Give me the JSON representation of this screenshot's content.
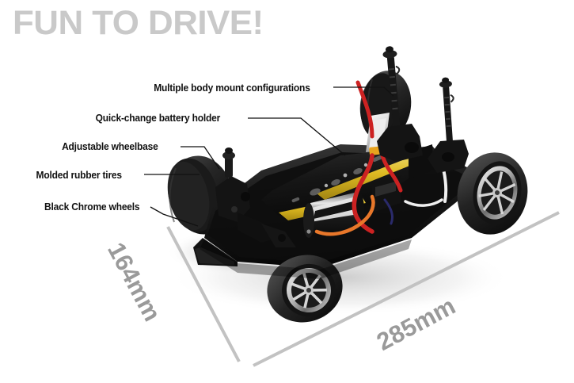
{
  "headline": {
    "text": "FUN TO DRIVE!",
    "color": "#c9c9c9"
  },
  "callouts": [
    {
      "id": "body-mount",
      "label": "Multiple body mount configurations"
    },
    {
      "id": "battery-holder",
      "label": "Quick-change battery holder"
    },
    {
      "id": "wheelbase",
      "label": "Adjustable wheelbase"
    },
    {
      "id": "tires",
      "label": "Molded rubber tires"
    },
    {
      "id": "wheels",
      "label": "Black Chrome wheels"
    }
  ],
  "dimensions": {
    "width_label": "164mm",
    "length_label": "285mm",
    "line_color": "#c2c2c2",
    "text_color": "#9a9a9a"
  },
  "product": {
    "description": "RC touring car chassis, three-quarter view",
    "colors": {
      "chassis": "#1b1b1b",
      "tire": "#2a2a2a",
      "wheel_chrome": "#d8d8d8",
      "battery_yellow": "#e8c323",
      "wire_red": "#cc2222",
      "wire_orange": "#e8772a",
      "wire_white": "#efefef",
      "connector_silver": "#e0e0e0",
      "background": "#ffffff"
    }
  }
}
